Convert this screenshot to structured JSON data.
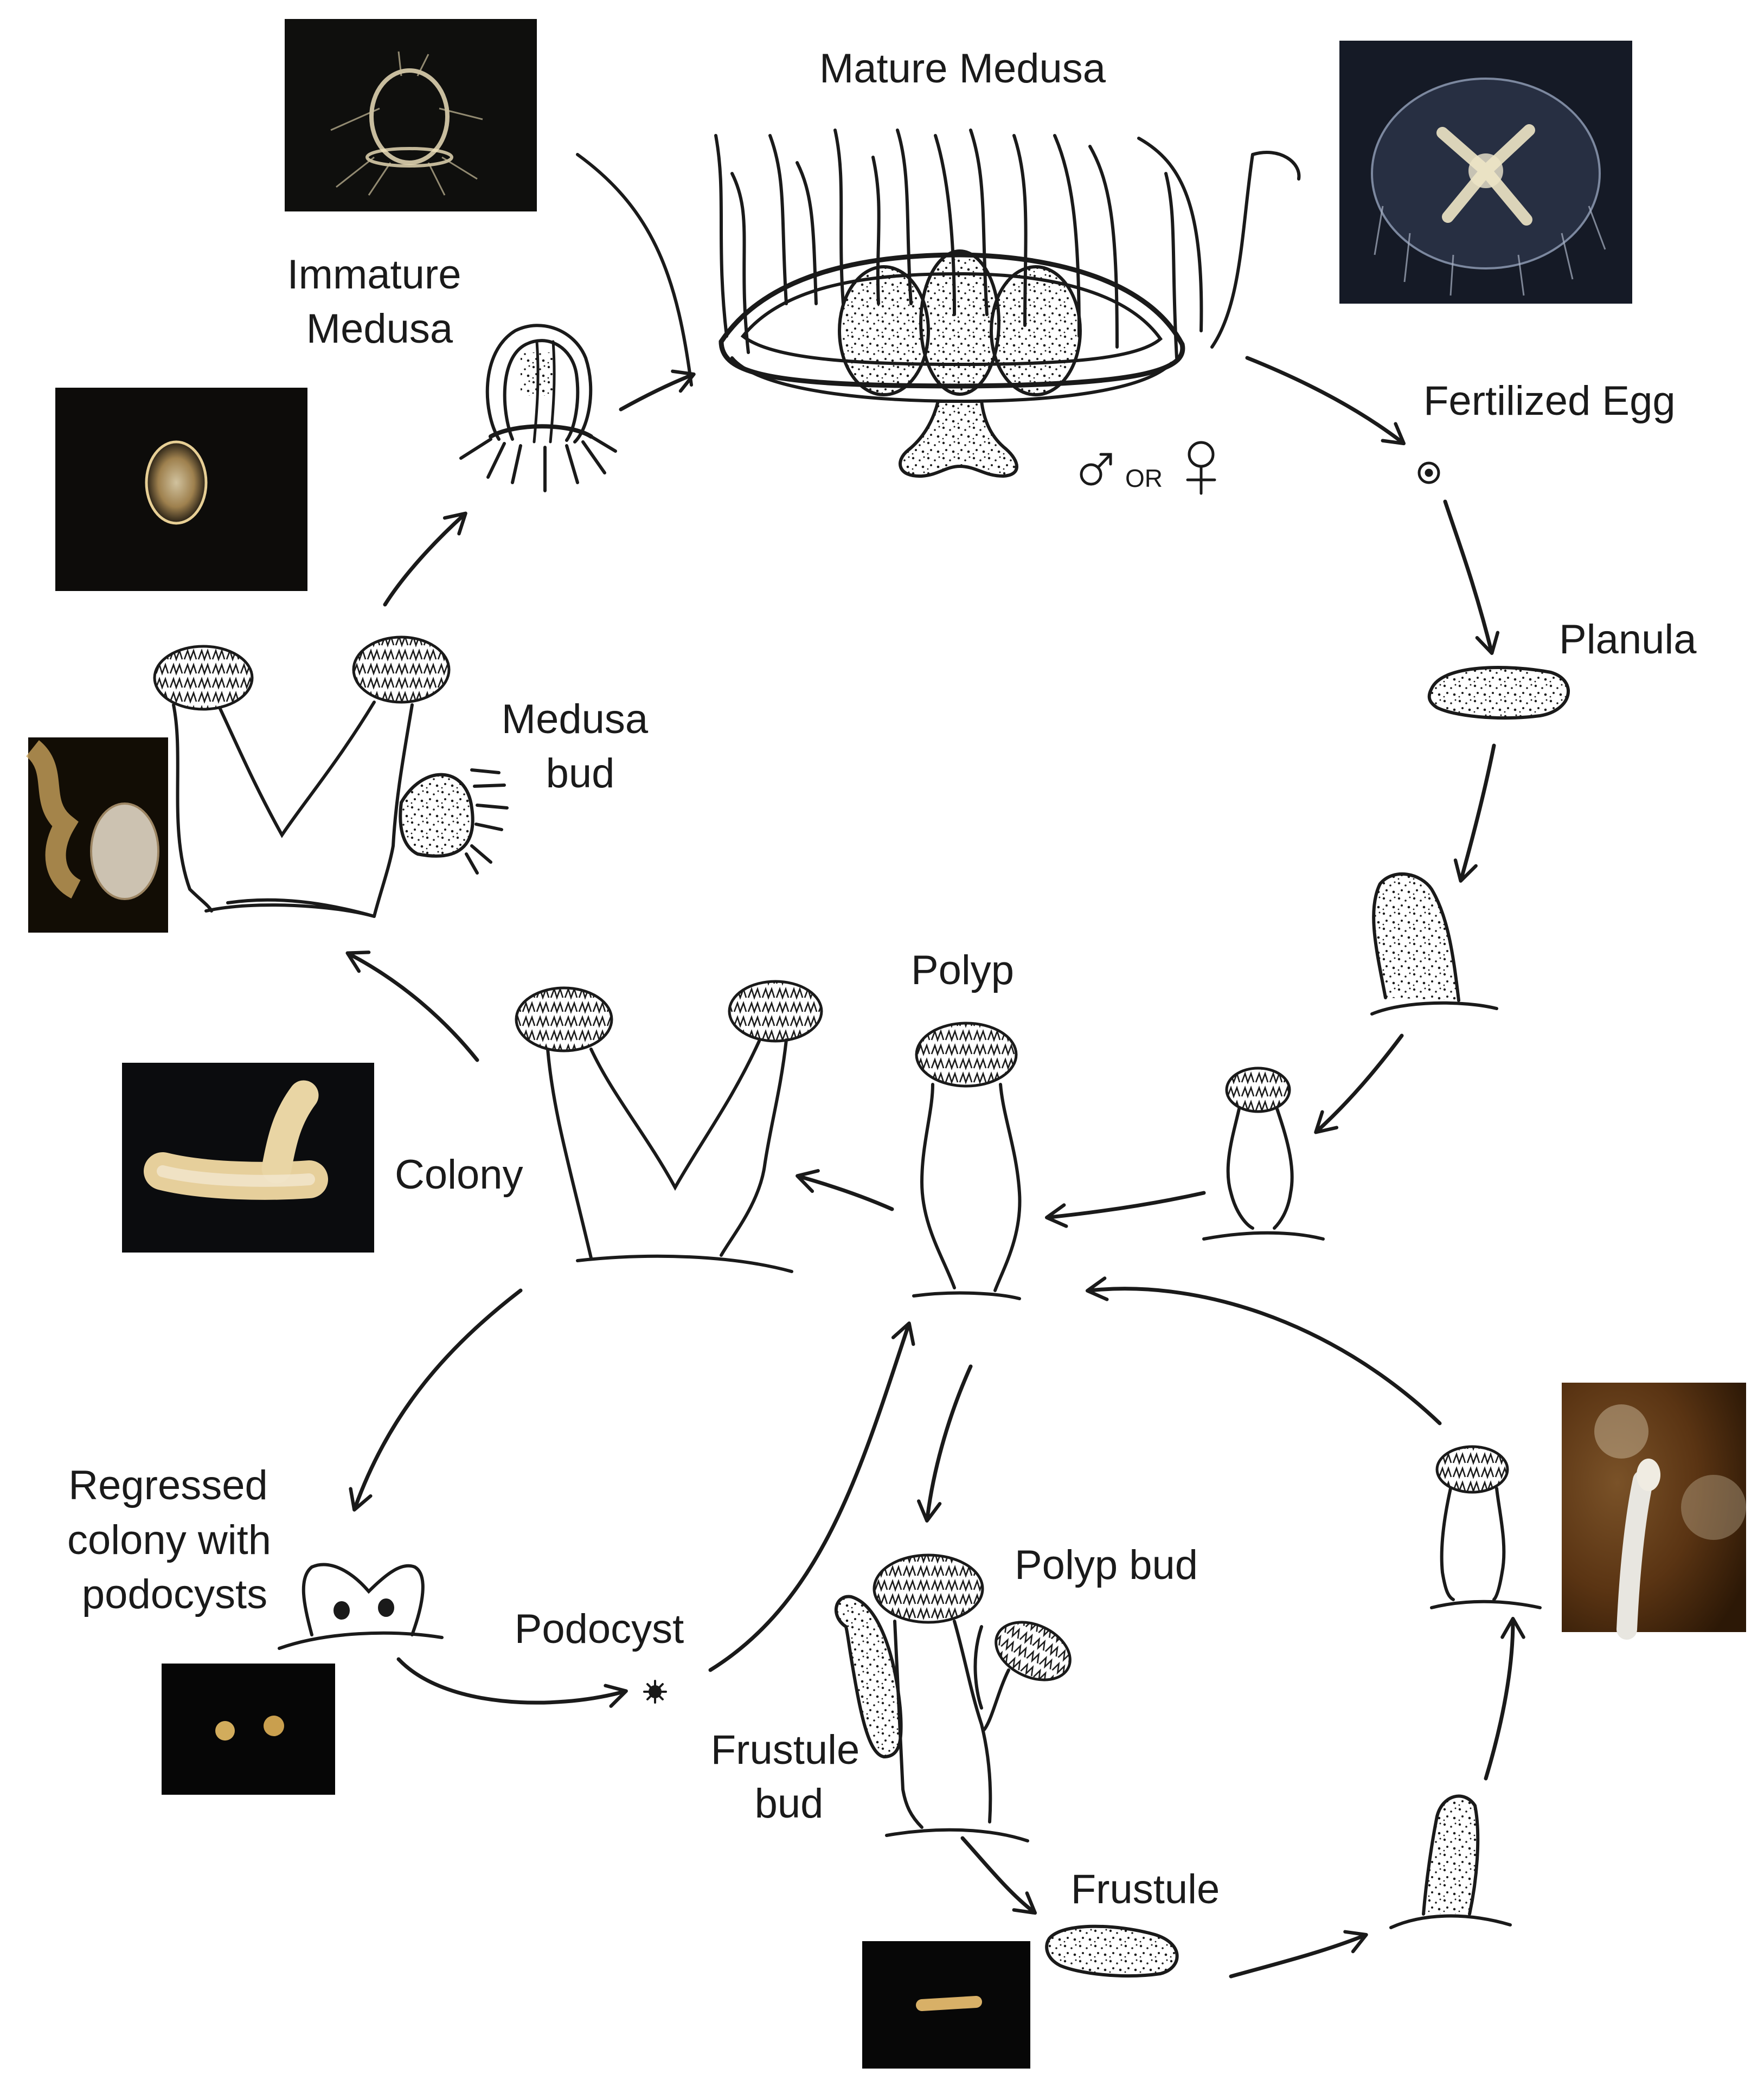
{
  "colors": {
    "ink": "#1a1a1a",
    "background": "#ffffff",
    "photo_dark": "#0d0d0d",
    "photo_specimen": "#d9b97a"
  },
  "labels": {
    "mature_medusa": "Mature Medusa",
    "immature_medusa_line1": "Immature",
    "immature_medusa_line2": "Medusa",
    "fertilized_egg": "Fertilized Egg",
    "planula": "Planula",
    "medusa_bud_line1": "Medusa",
    "medusa_bud_line2": "bud",
    "polyp": "Polyp",
    "colony": "Colony",
    "regressed_line1": "Regressed",
    "regressed_line2": "colony with",
    "regressed_line3": "podocysts",
    "podocyst": "Podocyst",
    "polyp_bud": "Polyp bud",
    "frustule_bud_line1": "Frustule",
    "frustule_bud_line2": "bud",
    "frustule": "Frustule",
    "sex_symbols": "♂ OR ♀"
  },
  "photos": [
    {
      "name": "photo-immature-medusa",
      "subject": "young medusa on dark background"
    },
    {
      "name": "photo-mature-medusa",
      "subject": "mature medusa with four gonads"
    },
    {
      "name": "photo-small-medusa",
      "subject": "small medusa"
    },
    {
      "name": "photo-medusa-bud",
      "subject": "medusa budding from colony"
    },
    {
      "name": "photo-colony",
      "subject": "two-polyp colony"
    },
    {
      "name": "photo-podocysts",
      "subject": "two podocysts"
    },
    {
      "name": "photo-frustule",
      "subject": "frustule"
    },
    {
      "name": "photo-young-polyp",
      "subject": "polyp on substrate"
    }
  ]
}
